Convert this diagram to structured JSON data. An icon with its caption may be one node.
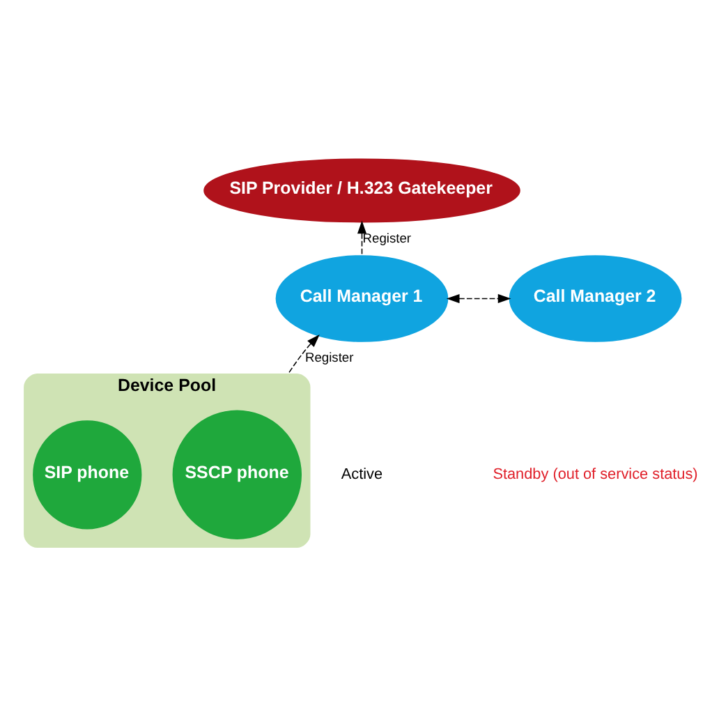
{
  "diagram": {
    "nodes": [
      {
        "text": [
          "SIP Provider / H.323 Gatekeeper"
        ]
      },
      {
        "text": [
          "Call Manager 1"
        ]
      },
      {
        "text": [
          "Call Manager 2"
        ]
      },
      {
        "text": [
          "Device Pool"
        ]
      },
      {
        "text": [
          "SSCP phone"
        ],
        "in": 3
      },
      {
        "text": [
          "SIP phone"
        ],
        "in": 3
      }
    ],
    "edges": [
      {
        "from": 1,
        "to": 0,
        "arrow": "to",
        "label": "Register",
        "style": "dashed"
      },
      {
        "from": 1,
        "to": 2,
        "arrow": "both",
        "style": "dashed"
      },
      {
        "from": 3,
        "to": 1,
        "arrow": "to",
        "label": "Register",
        "style": "dashed"
      }
    ],
    "labels": [
      "Active",
      "Standby (out of service status)"
    ]
  }
}
